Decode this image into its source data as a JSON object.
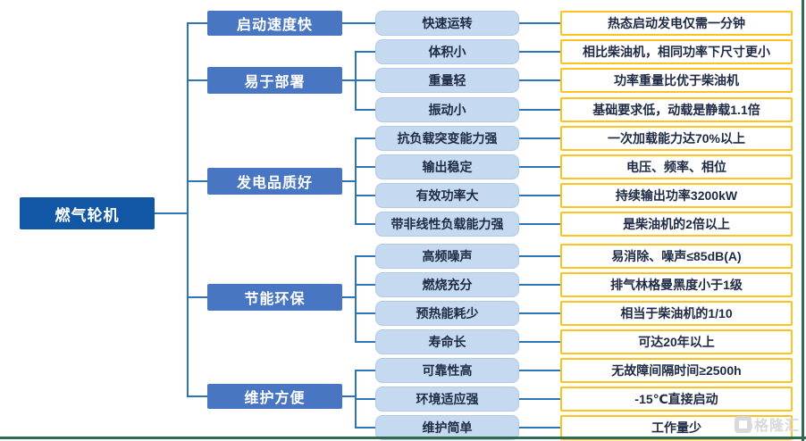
{
  "diagram": {
    "root_label": "燃气轮机",
    "branches": [
      {
        "label": "启动速度快",
        "children": [
          {
            "feature": "快速运转",
            "detail": "热态启动发电仅需一分钟"
          }
        ]
      },
      {
        "label": "易于部署",
        "children": [
          {
            "feature": "体积小",
            "detail": "相比柴油机，相同功率下尺寸更小"
          },
          {
            "feature": "重量轻",
            "detail": "功率重量比优于柴油机"
          },
          {
            "feature": "振动小",
            "detail": "基础要求低，动载是静载1.1倍"
          }
        ]
      },
      {
        "label": "发电品质好",
        "children": [
          {
            "feature": "抗负载突变能力强",
            "detail": "一次加载能力达70%以上"
          },
          {
            "feature": "输出稳定",
            "detail": "电压、频率、相位"
          },
          {
            "feature": "有效功率大",
            "detail": "持续输出功率3200kW"
          },
          {
            "feature": "带非线性负载能力强",
            "detail": "是柴油机的2倍以上"
          }
        ]
      },
      {
        "label": "节能环保",
        "children": [
          {
            "feature": "高频噪声",
            "detail": "易消除、噪声≤85dB(A)"
          },
          {
            "feature": "燃烧充分",
            "detail": "排气林格曼黑度小于1级"
          },
          {
            "feature": "预热能耗少",
            "detail": "相当于柴油机的1/10"
          },
          {
            "feature": "寿命长",
            "detail": "可达20年以上"
          }
        ]
      },
      {
        "label": "维护方便",
        "children": [
          {
            "feature": "可靠性高",
            "detail": "无故障间隔时间≥2500h"
          },
          {
            "feature": "环境适应强",
            "detail": "-15℃直接启动"
          },
          {
            "feature": "维护简单",
            "detail": "工作量少"
          }
        ]
      }
    ]
  },
  "watermark": {
    "brand": "格隆汇"
  },
  "colors": {
    "root_fill": "#1157A6",
    "branch_fill": "#4876C2",
    "feature_fill": "#C5D9F1",
    "detail_border": "#FFC21E",
    "connector_line": "#2E75B6",
    "frame_border": "#2F6B50"
  }
}
